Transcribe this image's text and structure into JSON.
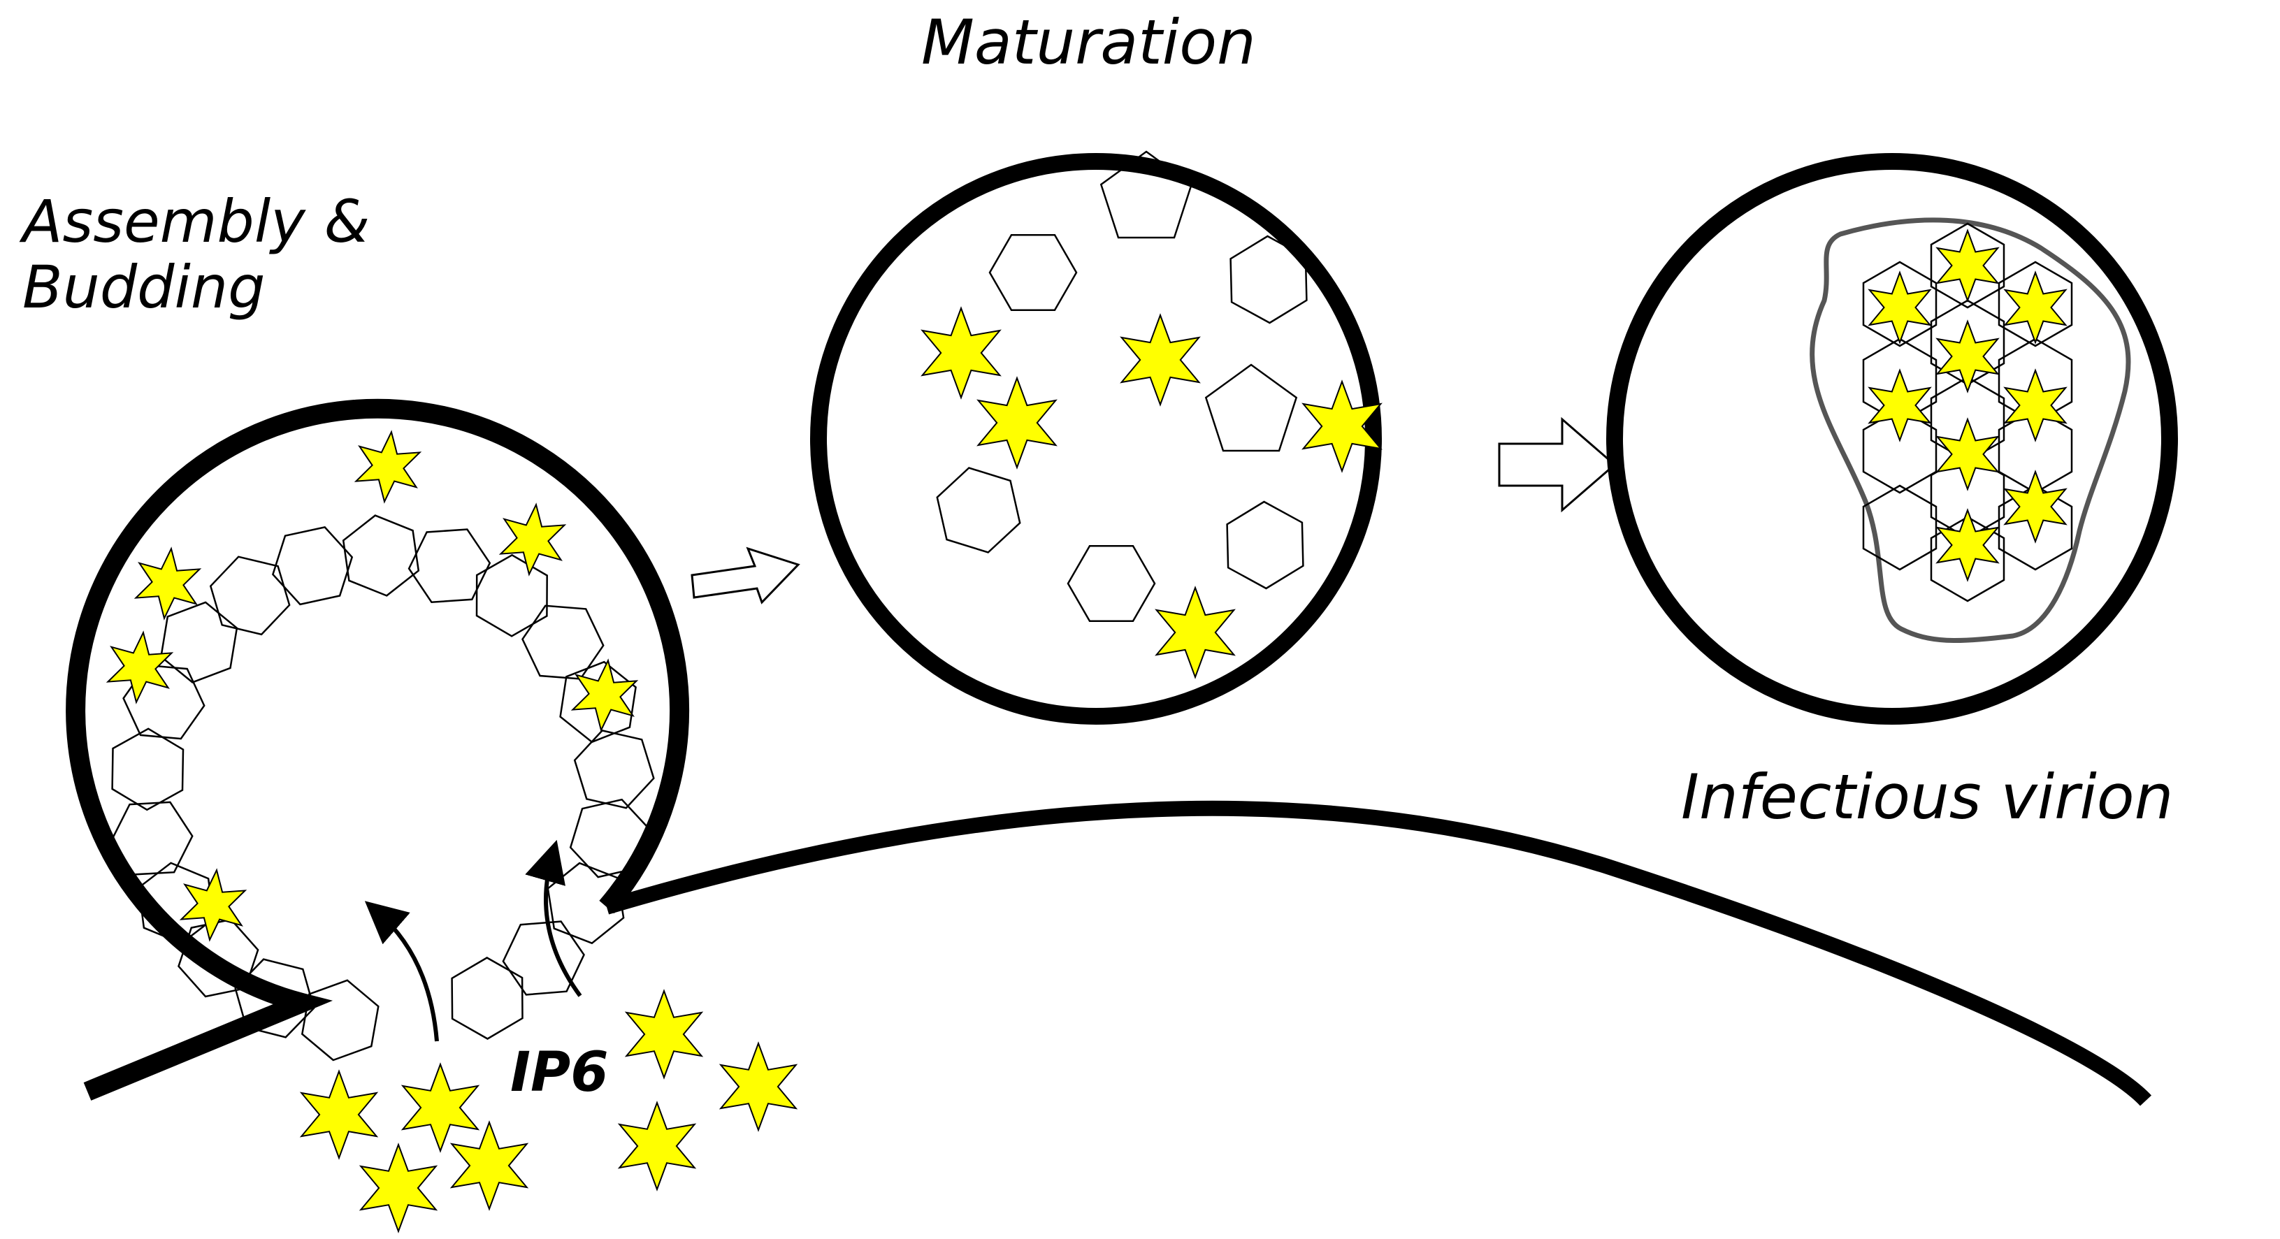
{
  "labels": {
    "assembly": "Assembly &\nBudding",
    "maturation": "Maturation",
    "infectious": "Infectious virion",
    "ip6": "IP6"
  },
  "colors": {
    "star": "#ffff00",
    "outline": "#000000",
    "membrane": "#000000",
    "core_outline": "#555555",
    "arrow_fill": "#ffffff"
  },
  "icons": {
    "ip6": "six-point-star-icon",
    "gag_protein": "hexagon-icon",
    "pentamer": "pentagon-icon",
    "step_arrow": "block-arrow-icon"
  }
}
